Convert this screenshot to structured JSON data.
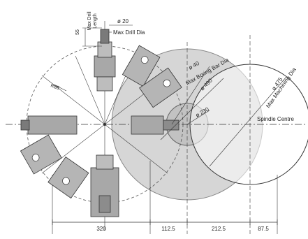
{
  "figure": {
    "labels": {
      "max_drill_length_value": "55",
      "max_drill_length_label_1": "Max Drill",
      "max_drill_length_label_2": "Length",
      "drill_dia_value": "ø 20",
      "max_drill_dia_label": "Max Drill Dia",
      "boring_bar_dia_value": "ø 40",
      "max_boring_bar_dia_label": "Max Boring Bar Dia",
      "swing_dia_value": "ø 490",
      "tool_circle_dia_value": "ø 230",
      "max_machining_dia_value": "ø 475",
      "max_machining_dia_label": "Max Machining Dia",
      "spindle_centre_label": "Spindle Centre",
      "radius_label": "R85"
    },
    "dimensions": [
      "320",
      "112.5",
      "212.5",
      "87.5"
    ]
  },
  "colors": {
    "line": "#333333",
    "big_circle_fill": "#d6d6d6",
    "tool_fill": "#a8a8a8",
    "tool_dark": "#7a7a7a",
    "dashed": "#555555"
  }
}
